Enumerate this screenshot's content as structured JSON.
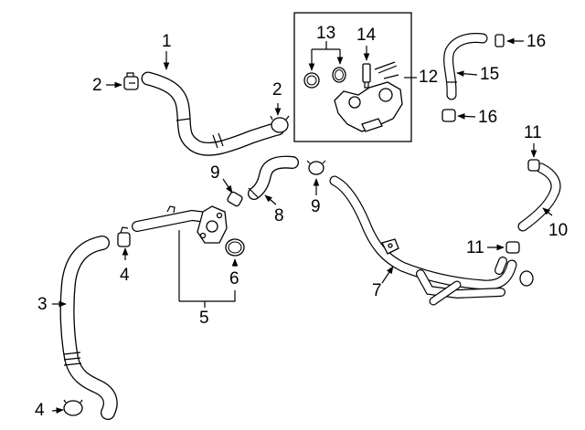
{
  "callouts": {
    "c1": "1",
    "c2a": "2",
    "c2b": "2",
    "c3": "3",
    "c4a": "4",
    "c4b": "4",
    "c5": "5",
    "c6": "6",
    "c7": "7",
    "c8": "8",
    "c9a": "9",
    "c9b": "9",
    "c10": "10",
    "c11a": "11",
    "c11b": "11",
    "c12": "12",
    "c13": "13",
    "c14": "14",
    "c15": "15",
    "c16a": "16",
    "c16b": "16"
  },
  "colors": {
    "line": "#000000",
    "background": "#ffffff"
  }
}
